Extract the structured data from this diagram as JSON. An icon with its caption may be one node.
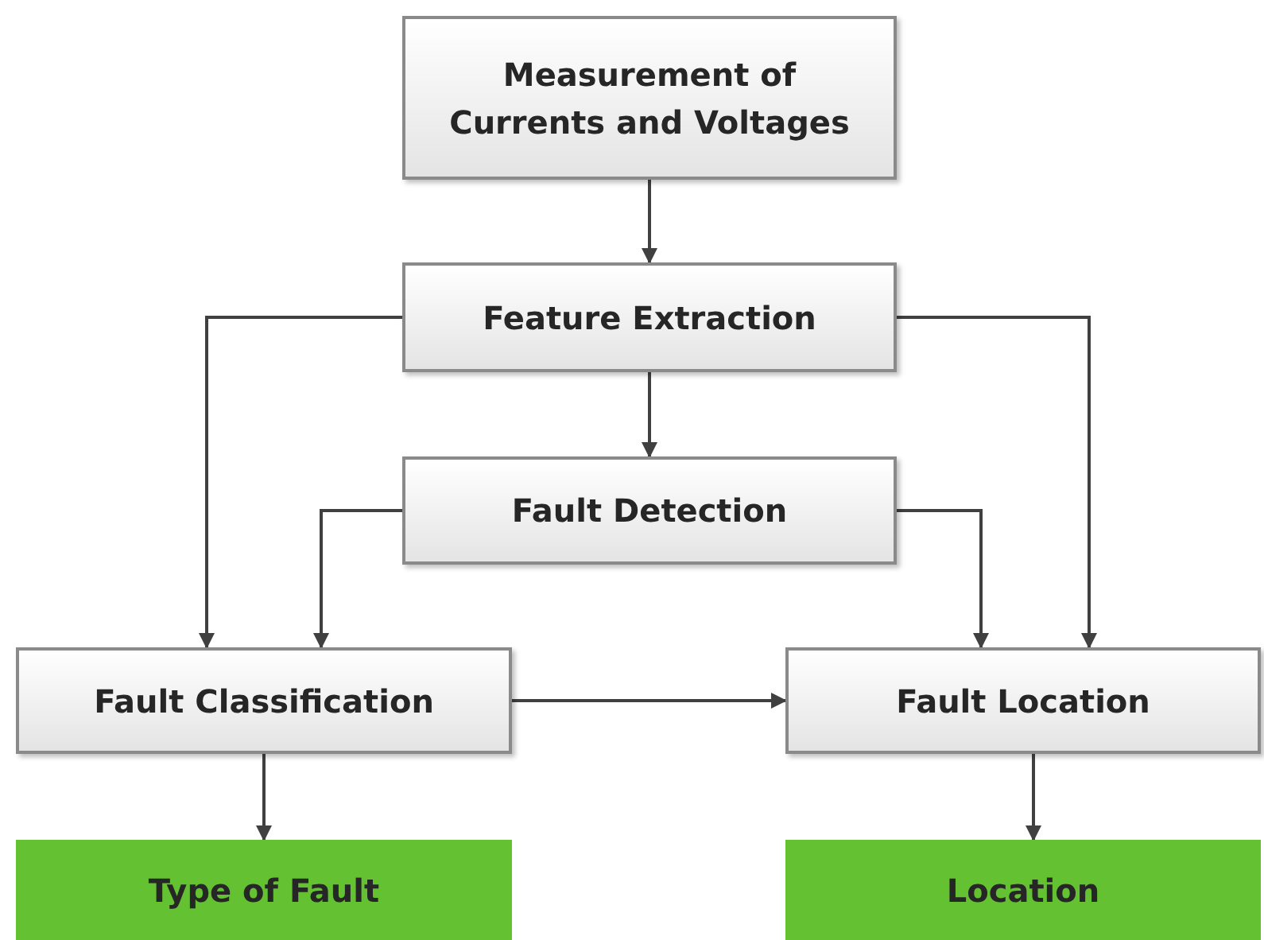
{
  "diagram": {
    "nodes": [
      {
        "text": [
          "Measurement of Currents and Voltages"
        ]
      },
      {
        "text": [
          "Feature Extraction"
        ]
      },
      {
        "text": [
          "Fault Detection"
        ]
      },
      {
        "text": [
          "Fault Classification"
        ]
      },
      {
        "text": [
          "Fault Location"
        ]
      },
      {
        "text": [
          "Type of Fault"
        ]
      },
      {
        "text": [
          "Location"
        ]
      }
    ],
    "edges": [
      {
        "from": 0,
        "to": 1,
        "arrow": "to"
      },
      {
        "from": 1,
        "to": 2,
        "arrow": "to"
      },
      {
        "from": 1,
        "to": 3,
        "arrow": "to"
      },
      {
        "from": 1,
        "to": 4,
        "arrow": "to"
      },
      {
        "from": 2,
        "to": 3,
        "arrow": "to"
      },
      {
        "from": 2,
        "to": 4,
        "arrow": "to"
      },
      {
        "from": 3,
        "to": 4,
        "arrow": "to"
      },
      {
        "from": 3,
        "to": 5,
        "arrow": "to"
      },
      {
        "from": 4,
        "to": 6,
        "arrow": "to"
      }
    ]
  }
}
